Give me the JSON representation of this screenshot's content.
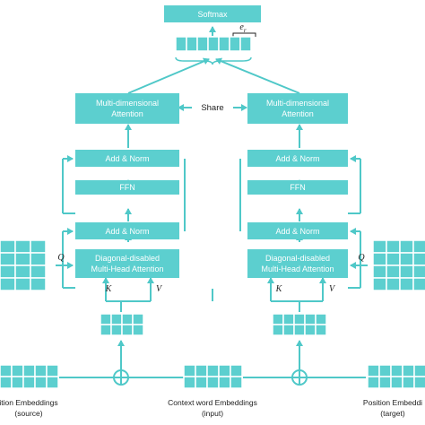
{
  "colors": {
    "accent": "#4fc8c8",
    "box_fill": "#5ccfcf",
    "grid_stroke": "#ffffff",
    "text": "#222222"
  },
  "top": {
    "softmax": "Softmax",
    "er_label": "e",
    "er_sub": "r"
  },
  "share_label": "Share",
  "left_tower": {
    "attention": [
      "Multi-dimensional",
      "Attention"
    ],
    "add_norm_top": "Add & Norm",
    "ffn": "FFN",
    "add_norm_bottom": "Add & Norm",
    "mha": [
      "Diagonal-disabled",
      "Multi-Head Attention"
    ],
    "q": "Q",
    "k": "K",
    "v": "V"
  },
  "right_tower": {
    "attention": [
      "Multi-dimensional",
      "Attention"
    ],
    "add_norm_top": "Add & Norm",
    "ffn": "FFN",
    "add_norm_bottom": "Add & Norm",
    "mha": [
      "Diagonal-disabled",
      "Multi-Head Attention"
    ],
    "q": "Q",
    "k": "K",
    "v": "V"
  },
  "bottom": {
    "left_caption": [
      "ition Embeddings",
      "(source)"
    ],
    "center_caption": [
      "Context word Embeddings",
      "(input)"
    ],
    "right_caption": [
      "Position Embeddi",
      "(target)"
    ]
  }
}
